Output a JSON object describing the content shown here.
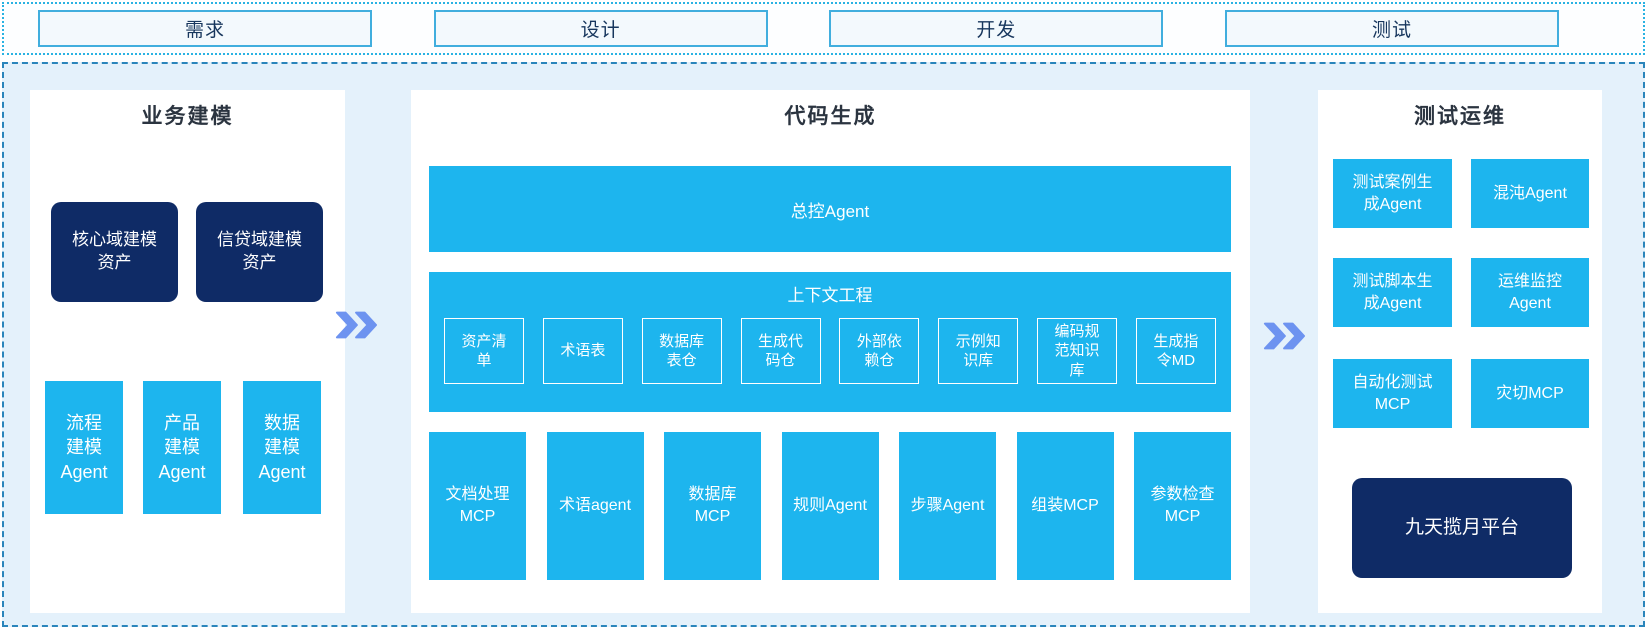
{
  "colors": {
    "cyan": "#1db5ee",
    "navy": "#0f2b66",
    "canvas_bg": "#e4f1fb",
    "panel_bg": "#ffffff",
    "arrow_blue": "#6d93f0",
    "phase_border": "#41aede",
    "phase_text": "#17365d",
    "dashed_border": "#2a85bb",
    "dotted_border": "#29b2e2"
  },
  "phases": {
    "items": [
      {
        "label": "需求"
      },
      {
        "label": "设计"
      },
      {
        "label": "开发"
      },
      {
        "label": "测试"
      }
    ]
  },
  "modeling": {
    "title": "业务建模",
    "assets": [
      {
        "label": "核心域建模\n资产"
      },
      {
        "label": "信贷域建模\n资产"
      }
    ],
    "agents": [
      {
        "label": "流程\n建模\nAgent"
      },
      {
        "label": "产品\n建模\nAgent"
      },
      {
        "label": "数据\n建模\nAgent"
      }
    ]
  },
  "codegen": {
    "title": "代码生成",
    "master_agent": "总控Agent",
    "context": {
      "title": "上下文工程",
      "stores": [
        {
          "label": "资产清\n单"
        },
        {
          "label": "术语表"
        },
        {
          "label": "数据库\n表仓"
        },
        {
          "label": "生成代\n码仓"
        },
        {
          "label": "外部依\n赖仓"
        },
        {
          "label": "示例知\n识库"
        },
        {
          "label": "编码规\n范知识\n库"
        },
        {
          "label": "生成指\n令MD"
        }
      ]
    },
    "workers": [
      {
        "label": "文档处理\nMCP"
      },
      {
        "label": "术语agent"
      },
      {
        "label": "数据库\nMCP"
      },
      {
        "label": "规则Agent"
      },
      {
        "label": "步骤Agent"
      },
      {
        "label": "组装MCP"
      },
      {
        "label": "参数检查\nMCP"
      }
    ]
  },
  "testops": {
    "title": "测试运维",
    "boxes": [
      {
        "label": "测试案例生\n成Agent"
      },
      {
        "label": "混沌Agent"
      },
      {
        "label": "测试脚本生\n成Agent"
      },
      {
        "label": "运维监控\nAgent"
      },
      {
        "label": "自动化测试\nMCP"
      },
      {
        "label": "灾切MCP"
      }
    ],
    "platform": "九天揽月平台"
  }
}
